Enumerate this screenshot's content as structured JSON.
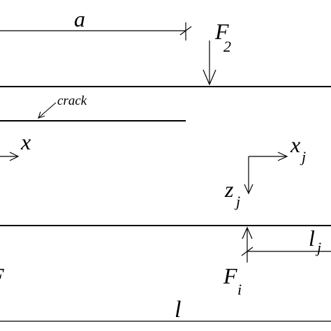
{
  "labels": {
    "a": "a",
    "F2_main": "F",
    "F2_sub": "2",
    "crack": "crack",
    "x": "x",
    "xj_main": "x",
    "xj_sub": "j",
    "zj_main": "z",
    "zj_sub": "j",
    "lj_main": "l",
    "lj_sub": "j",
    "Fi_main": "F",
    "Fi_sub": "i",
    "l": "l",
    "F_left_partial": "F"
  },
  "colors": {
    "ink": "#000000",
    "background": "#ffffff"
  }
}
